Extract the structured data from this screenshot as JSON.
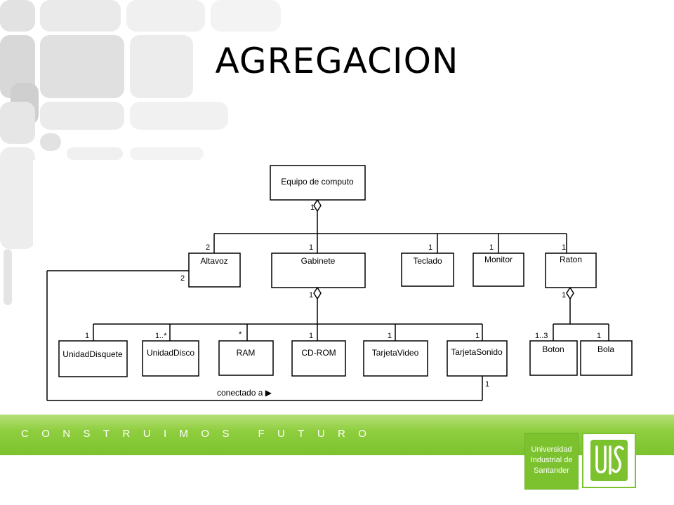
{
  "slide": {
    "title": "AGREGACION",
    "footer_slogan": "CONSTRUIMOS FUTURO"
  },
  "logo": {
    "lines": [
      "Universidad",
      "Industrial de",
      "Santander"
    ],
    "emblem_text": "UIS"
  },
  "colors": {
    "brand_green": "#7cc22e",
    "light_green": "#b6e078",
    "decor_gray": "#e4e4e4"
  },
  "diagram": {
    "classes": {
      "root": "Equipo de computo",
      "altavoz": "Altavoz",
      "gabinete": "Gabinete",
      "teclado": "Teclado",
      "monitor": "Monitor",
      "raton": "Raton",
      "unidad_disquete": "UnidadDisquete",
      "unidad_disco": "UnidadDisco",
      "ram": "RAM",
      "cdrom": "CD-ROM",
      "tarjeta_video": "TarjetaVideo",
      "tarjeta_sonido": "TarjetaSonido",
      "boton": "Boton",
      "bola": "Bola"
    },
    "multiplicities": {
      "root_whole": "1",
      "altavoz_part": "2",
      "altavoz_assoc": "2",
      "gabinete_part": "1",
      "gabinete_whole": "1",
      "teclado_part": "1",
      "monitor_part": "1",
      "raton_part": "1",
      "raton_whole": "1",
      "unidad_disquete_part": "1",
      "unidad_disco_part": "1..*",
      "ram_part": "*",
      "cdrom_part": "1",
      "tarjeta_video_part": "1",
      "tarjeta_sonido_part": "1",
      "tarjeta_sonido_assoc": "1",
      "boton_part": "1..3",
      "bola_part": "1"
    },
    "association_label": "conectado a ▶"
  }
}
